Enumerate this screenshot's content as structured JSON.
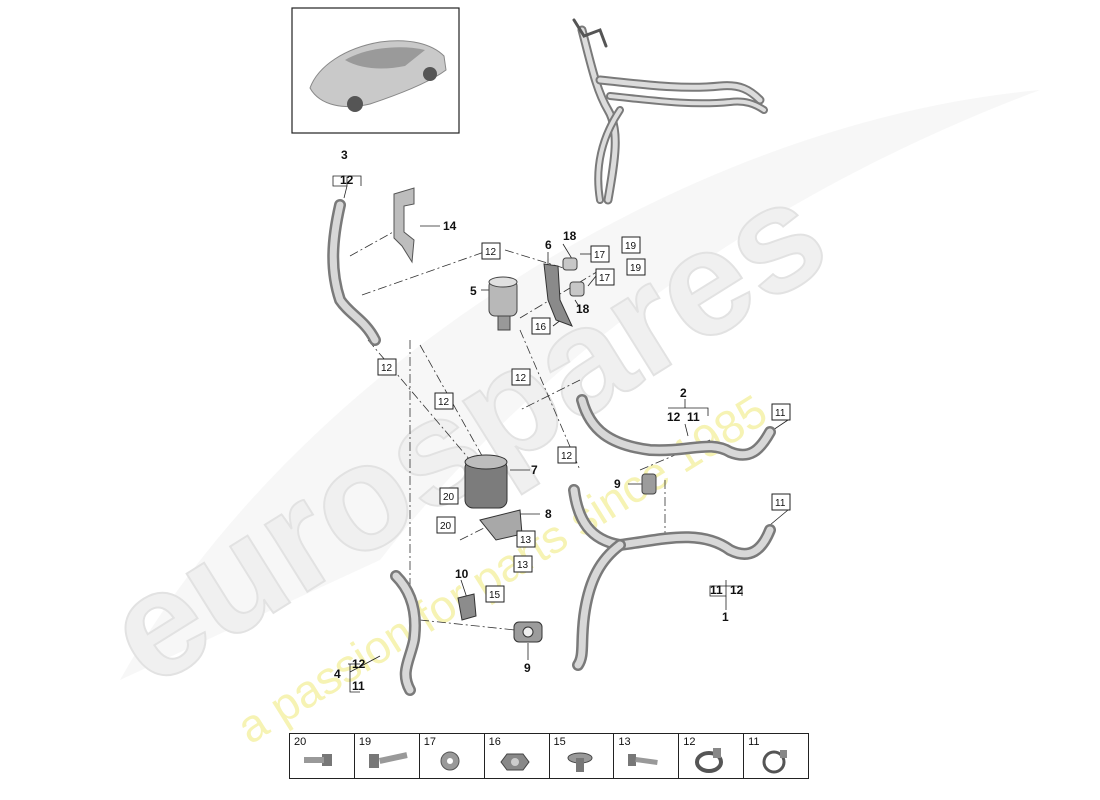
{
  "watermark": {
    "brand": "eurospares",
    "tagline": "a passion for parts since 1985"
  },
  "callouts": {
    "c1": "1",
    "c2": "2",
    "c3": "3",
    "c4": "4",
    "c5": "5",
    "c6": "6",
    "c7": "7",
    "c8": "8",
    "c9a": "9",
    "c9b": "9",
    "c10": "10",
    "c14": "14",
    "c18a": "18",
    "c18b": "18",
    "g1_a": "11",
    "g1_b": "12",
    "g2_a": "12",
    "g2_b": "11",
    "g3_a": "12",
    "g4_a": "12",
    "g4_b": "11"
  },
  "boxes": {
    "b12_top": "12",
    "b17_a": "17",
    "b19_a": "19",
    "b17_b": "17",
    "b19_b": "19",
    "b16": "16",
    "b12_left": "12",
    "b12_mid": "12",
    "b12_center": "12",
    "b12_right": "12",
    "b11_upper": "11",
    "b11_lower": "11",
    "b20_a": "20",
    "b20_b": "20",
    "b13_a": "13",
    "b13_b": "13",
    "b15": "15"
  },
  "legend": [
    {
      "num": "20",
      "icon": "bolt-hex-icon"
    },
    {
      "num": "19",
      "icon": "bolt-long-icon"
    },
    {
      "num": "17",
      "icon": "washer-icon"
    },
    {
      "num": "16",
      "icon": "nut-icon"
    },
    {
      "num": "15",
      "icon": "screw-washer-icon"
    },
    {
      "num": "13",
      "icon": "screw-icon"
    },
    {
      "num": "12",
      "icon": "hose-clamp-icon"
    },
    {
      "num": "11",
      "icon": "spring-clamp-icon"
    }
  ]
}
